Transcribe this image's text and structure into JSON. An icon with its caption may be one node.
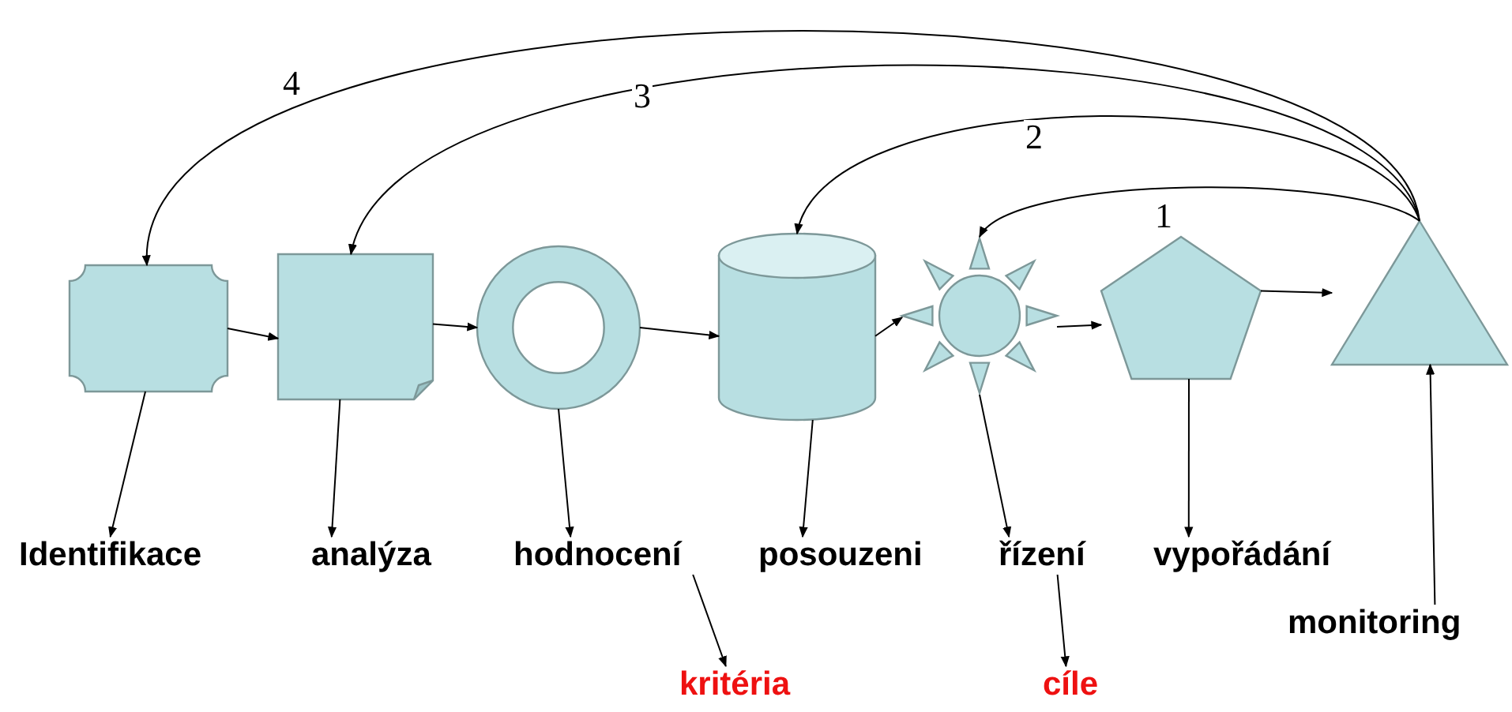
{
  "diagram": {
    "nodes": [
      {
        "text": [],
        "shape": "plaque"
      },
      {
        "text": [],
        "shape": "document"
      },
      {
        "text": [],
        "shape": "ring"
      },
      {
        "text": [],
        "shape": "cylinder"
      },
      {
        "text": [],
        "shape": "sun"
      },
      {
        "text": [],
        "shape": "pentagon"
      },
      {
        "text": [],
        "shape": "triangle"
      },
      {
        "text": [
          "Identifikace"
        ]
      },
      {
        "text": [
          "analýza"
        ]
      },
      {
        "text": [
          "hodnocení"
        ]
      },
      {
        "text": [
          "posouzeni"
        ]
      },
      {
        "text": [
          "řízení"
        ]
      },
      {
        "text": [
          "vypořádání"
        ]
      },
      {
        "text": [
          "monitoring"
        ]
      },
      {
        "text": [
          "kritéria"
        ]
      },
      {
        "text": [
          "cíle"
        ]
      }
    ],
    "edges": [
      {
        "from": 0,
        "to": 1,
        "arrow": "to"
      },
      {
        "from": 1,
        "to": 2,
        "arrow": "to"
      },
      {
        "from": 2,
        "to": 3,
        "arrow": "to"
      },
      {
        "from": 3,
        "to": 4,
        "arrow": "to"
      },
      {
        "from": 4,
        "to": 5,
        "arrow": "to"
      },
      {
        "from": 5,
        "to": 6,
        "arrow": "to"
      },
      {
        "from": 0,
        "to": 7,
        "arrow": "to"
      },
      {
        "from": 1,
        "to": 8,
        "arrow": "to"
      },
      {
        "from": 2,
        "to": 9,
        "arrow": "to"
      },
      {
        "from": 3,
        "to": 10,
        "arrow": "to"
      },
      {
        "from": 4,
        "to": 11,
        "arrow": "to"
      },
      {
        "from": 5,
        "to": 12,
        "arrow": "to"
      },
      {
        "from": 13,
        "to": 6,
        "arrow": "to"
      },
      {
        "from": 9,
        "to": 14,
        "arrow": "to"
      },
      {
        "from": 11,
        "to": 15,
        "arrow": "to"
      },
      {
        "from": 6,
        "to": 4,
        "arrow": "to",
        "label": "1"
      },
      {
        "from": 6,
        "to": 3,
        "arrow": "to",
        "label": "2"
      },
      {
        "from": 6,
        "to": 1,
        "arrow": "to",
        "label": "3"
      },
      {
        "from": 6,
        "to": 0,
        "arrow": "to",
        "label": "4"
      }
    ]
  }
}
